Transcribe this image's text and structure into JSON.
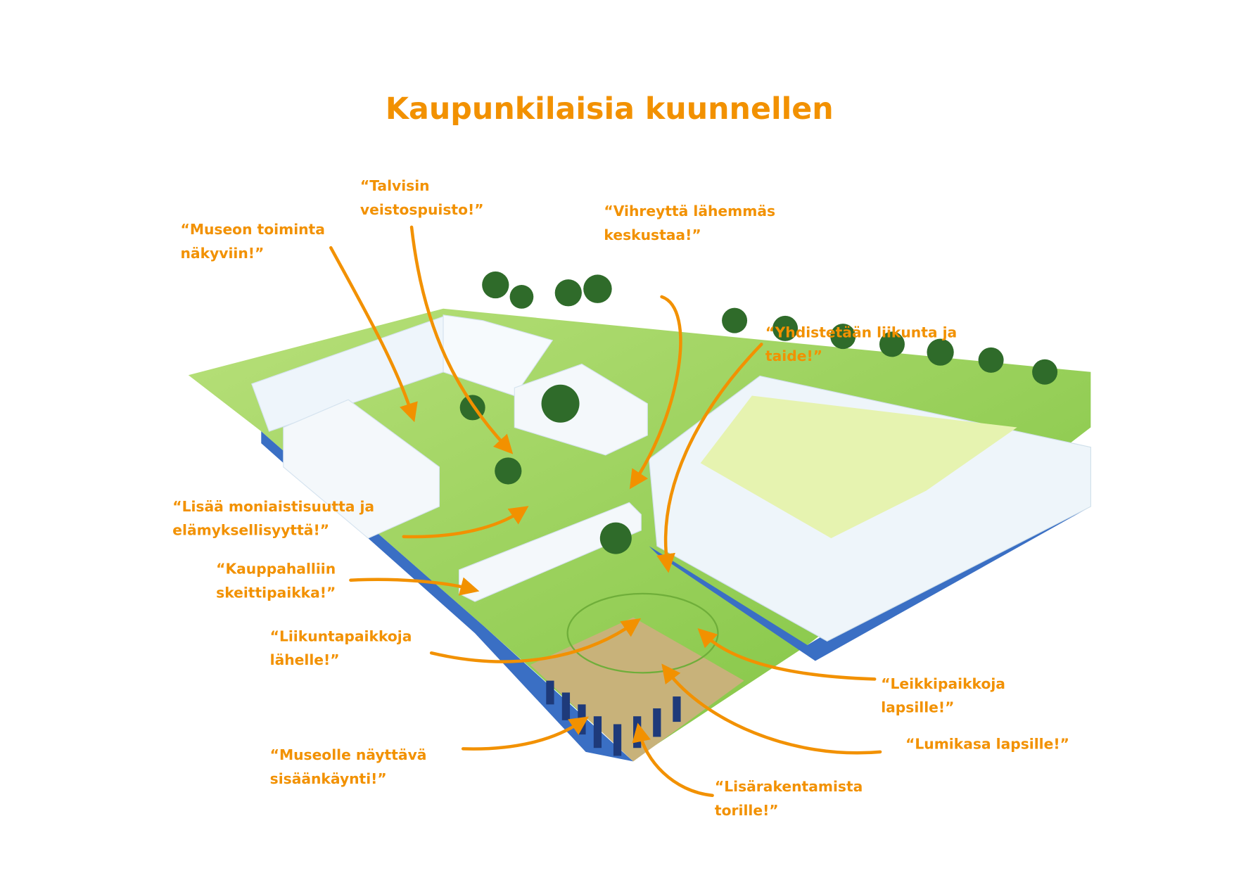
{
  "title": "Kaupunkilaisia kuunnellen",
  "accent_color": "#f29100",
  "quotes": [
    {
      "line1": "“Talvisin",
      "line2": "veistospuisto!”"
    },
    {
      "line1": "“Museon toiminta",
      "line2": "näkyviin!”"
    },
    {
      "line1": "“Vihreyttä lähemmäs",
      "line2": "keskustaa!”"
    },
    {
      "line1": "“Yhdistetään liikunta ja",
      "line2": "taide!”"
    },
    {
      "line1": "“Lisää moniaistisuutta ja",
      "line2": "elämyksellisyyttä!”"
    },
    {
      "line1": "“Kauppahalliin",
      "line2": "skeittipaikka!”"
    },
    {
      "line1": "“Liikuntapaikkoja",
      "line2": "lähelle!”"
    },
    {
      "line1": "“Leikkipaikkoja",
      "line2": "lapsille!”"
    },
    {
      "line1": "“Lumikasa lapsille!”"
    },
    {
      "line1": "“Museolle näyttävä",
      "line2": "sisäänkäynti!”"
    },
    {
      "line1": "“Lisärakentamista",
      "line2": "torille!”"
    }
  ]
}
